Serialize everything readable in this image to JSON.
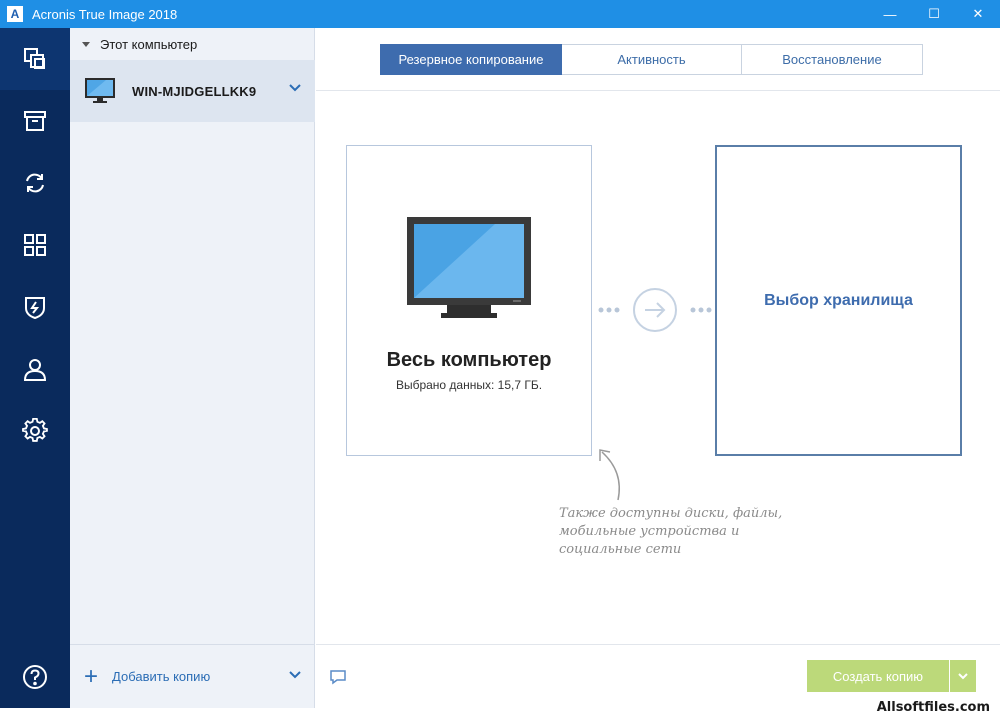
{
  "window": {
    "title": "Acronis True Image 2018",
    "logo_letter": "A",
    "controls": {
      "minimize": "—",
      "maximize": "☐",
      "close": "✕"
    }
  },
  "rail": {
    "items": [
      {
        "name": "backup",
        "icon": "backup-copy-icon",
        "active": true
      },
      {
        "name": "archive",
        "icon": "archive-box-icon"
      },
      {
        "name": "sync",
        "icon": "sync-arrows-icon"
      },
      {
        "name": "tools",
        "icon": "grid-icon"
      },
      {
        "name": "protection",
        "icon": "shield-bolt-icon"
      },
      {
        "name": "account",
        "icon": "user-icon"
      },
      {
        "name": "settings",
        "icon": "gear-icon"
      },
      {
        "name": "help",
        "icon": "help-icon"
      }
    ]
  },
  "sidebar": {
    "header": "Этот компьютер",
    "device_name": "WIN-MJIDGELLKK9",
    "add_label": "Добавить копию"
  },
  "tabs": [
    {
      "label": "Резервное копирование",
      "active": true
    },
    {
      "label": "Активность",
      "active": false
    },
    {
      "label": "Восстановление",
      "active": false
    }
  ],
  "source": {
    "title": "Весь компьютер",
    "subtitle": "Выбрано данных: 15,7 ГБ."
  },
  "destination": {
    "label": "Выбор хранилища"
  },
  "hint": "Также доступны диски, файлы, мобильные устройства и социальные сети",
  "footer": {
    "create_label": "Создать копию"
  },
  "watermark": "Allsoftfiles.com",
  "colors": {
    "titlebar": "#1f8fe5",
    "rail": "#0a2a5c",
    "accent": "#3e6cae",
    "create_button": "#bcd97a"
  }
}
